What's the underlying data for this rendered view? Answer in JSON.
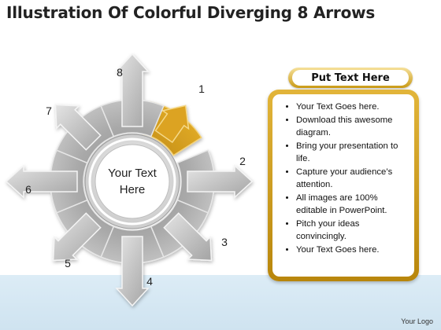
{
  "title": "Illustration Of Colorful Diverging 8 Arrows",
  "diagram": {
    "center_text": [
      "Your Text",
      "Here"
    ],
    "arrow_numbers": [
      "1",
      "2",
      "3",
      "4",
      "5",
      "6",
      "7",
      "8"
    ],
    "colors": {
      "highlight": "#d39a13",
      "arrow_gray": "#b8b8b8",
      "arrow_edge": "#f0f0f0",
      "panel_gold": "#c9961a"
    }
  },
  "panel": {
    "heading": "Put Text Here",
    "bullets": [
      "Your Text Goes here.",
      "Download this awesome diagram.",
      "Bring your presentation to life.",
      "Capture your audience’s attention.",
      "All images are 100% editable in PowerPoint.",
      "Pitch your ideas convincingly.",
      "Your Text Goes here."
    ]
  },
  "logo_text": "Your Logo"
}
